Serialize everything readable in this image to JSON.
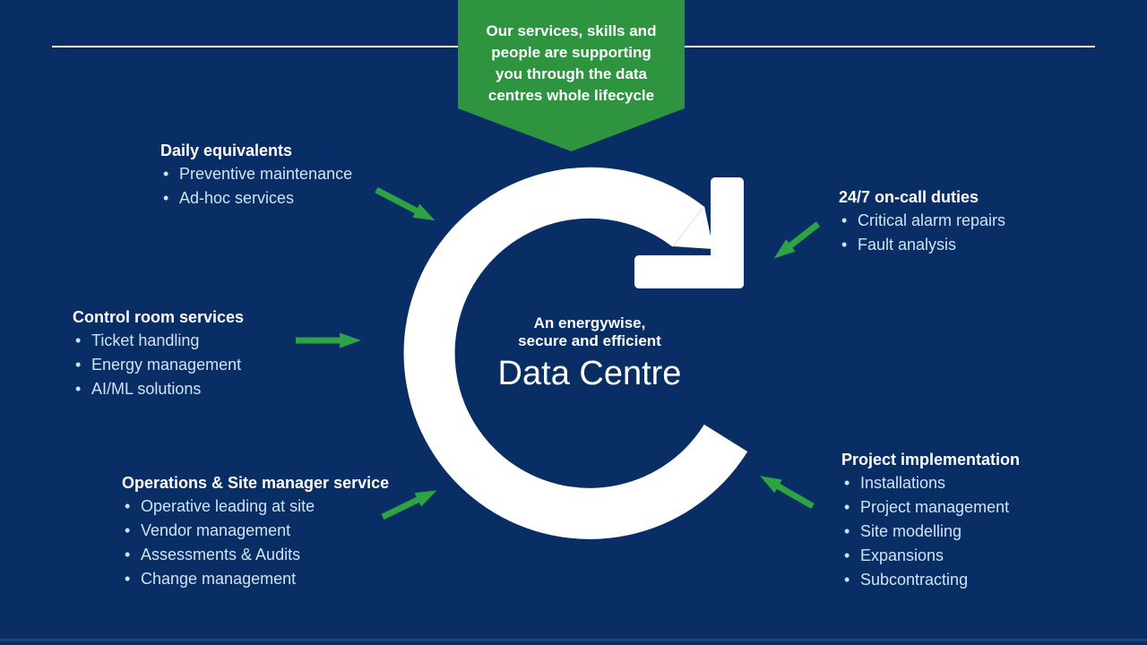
{
  "banner": {
    "lines": [
      "Our services, skills and",
      "people are supporting",
      "you through the data",
      "centres whole lifecycle"
    ]
  },
  "center": {
    "subtitle_line1": "An energywise,",
    "subtitle_line2": "secure and efficient",
    "title": "Data Centre"
  },
  "sections": [
    {
      "id": "daily-equivalents",
      "heading": "Daily equivalents",
      "items": [
        "Preventive maintenance",
        "Ad-hoc services"
      ]
    },
    {
      "id": "on-call-duties",
      "heading": "24/7 on-call duties",
      "items": [
        "Critical alarm repairs",
        "Fault analysis"
      ]
    },
    {
      "id": "control-room-services",
      "heading": "Control room services",
      "items": [
        "Ticket handling",
        "Energy management",
        "AI/ML solutions"
      ]
    },
    {
      "id": "operations-site-manager",
      "heading": "Operations & Site manager service",
      "items": [
        "Operative leading at site",
        "Vendor management",
        "Assessments & Audits",
        "Change management"
      ]
    },
    {
      "id": "project-implementation",
      "heading": "Project implementation",
      "items": [
        "Installations",
        "Project management",
        "Site modelling",
        "Expansions",
        "Subcontracting"
      ]
    }
  ],
  "icons": {
    "center_graphic": "clockwise-lifecycle-arrow-icon",
    "connectors": "green-pointer-arrow-icon"
  },
  "colors": {
    "background": "#082e65",
    "banner_green": "#2e9440",
    "arrow_green": "#2da344",
    "ring_white": "#ffffff",
    "heading_white": "#ffffff",
    "text_light": "#cfe3f5",
    "top_line": "#eef2ea"
  }
}
